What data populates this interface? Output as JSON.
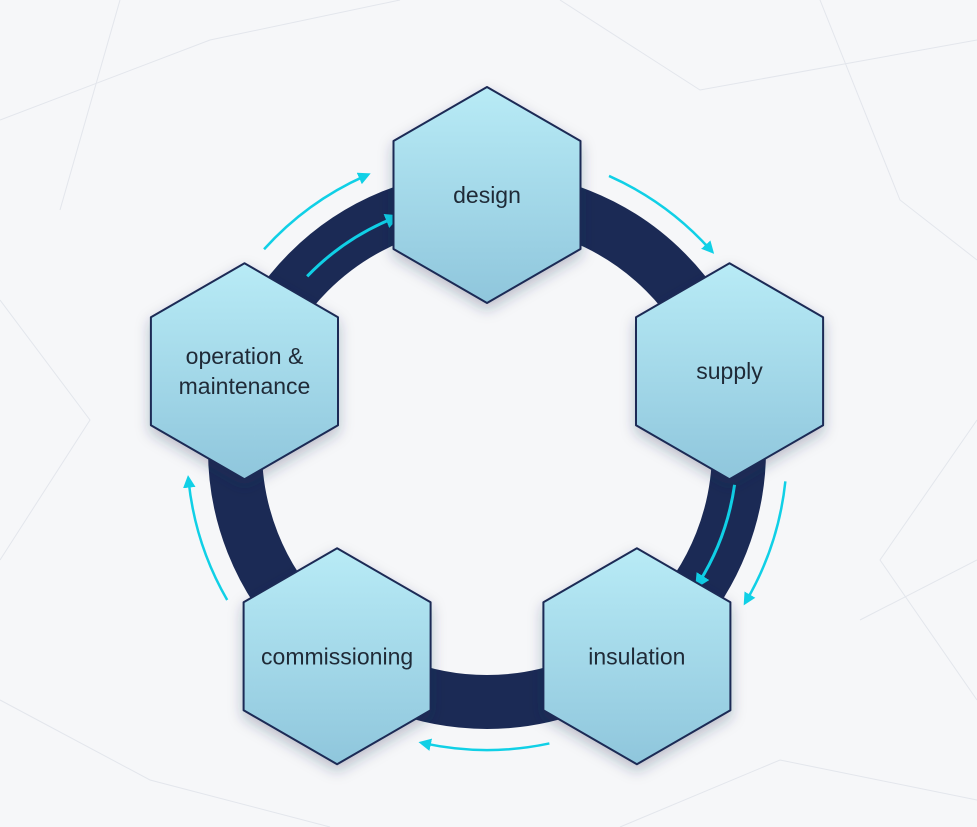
{
  "diagram": {
    "type": "cycle",
    "colors": {
      "ring": "#1b2a55",
      "arrow": "#10d0e6",
      "node_fill_top": "#b8ebf6",
      "node_fill_bottom": "#8fc6dc",
      "node_stroke": "#1b2a55",
      "label": "#1f2a37"
    },
    "nodes": [
      {
        "id": "design",
        "lines": [
          "design"
        ]
      },
      {
        "id": "supply",
        "lines": [
          "supply"
        ]
      },
      {
        "id": "insulation",
        "lines": [
          "insulation"
        ]
      },
      {
        "id": "commissioning",
        "lines": [
          "commissioning"
        ]
      },
      {
        "id": "operation-maintenance",
        "lines": [
          "operation &",
          "maintenance"
        ]
      }
    ],
    "edges": [
      {
        "from": "design",
        "to": "supply"
      },
      {
        "from": "supply",
        "to": "insulation"
      },
      {
        "from": "insulation",
        "to": "commissioning"
      },
      {
        "from": "commissioning",
        "to": "operation-maintenance"
      },
      {
        "from": "operation-maintenance",
        "to": "design"
      }
    ]
  }
}
